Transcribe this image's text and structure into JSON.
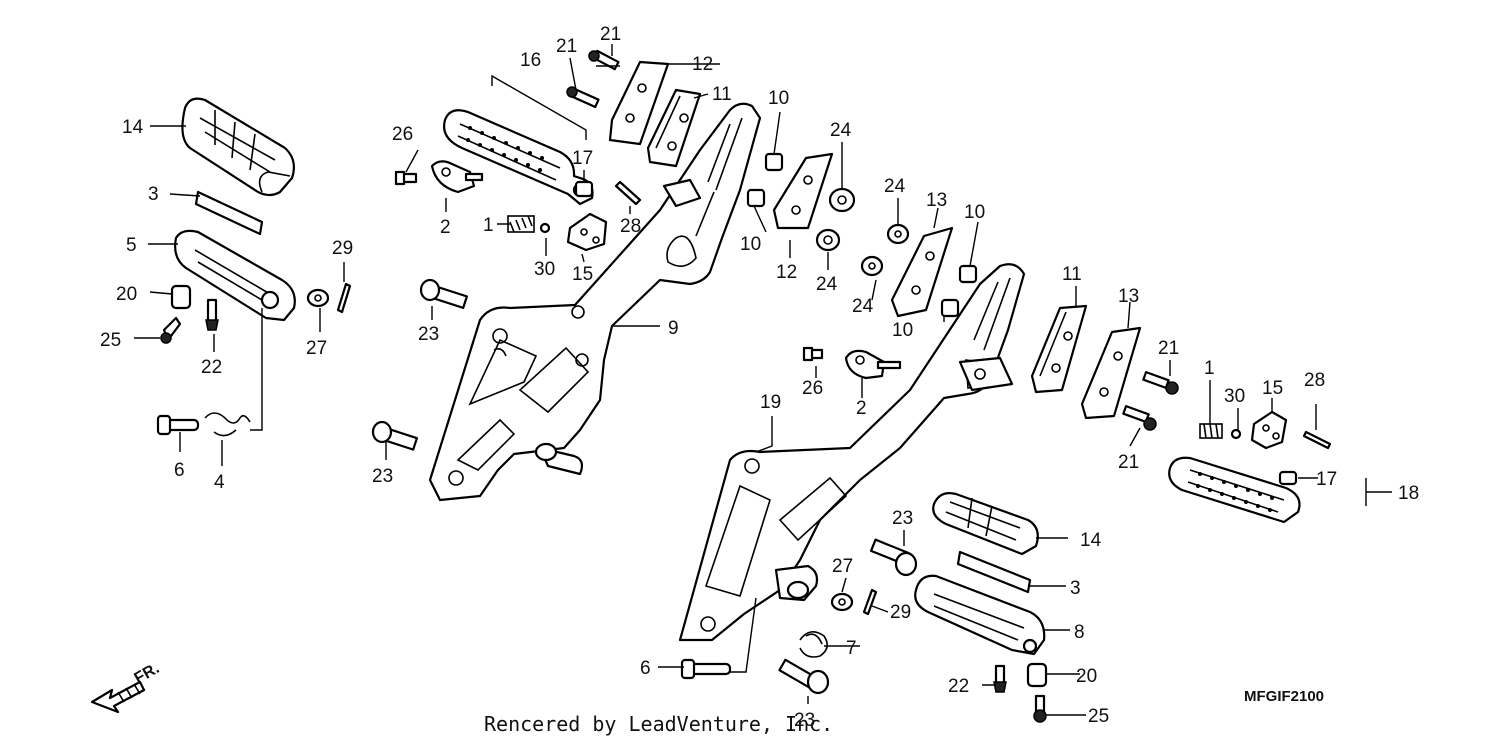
{
  "diagram": {
    "code": "MFGIF2100",
    "credit": "Rencered by LeadVenture, Inc.",
    "direction_label": "FR.",
    "callouts": [
      "1",
      "2",
      "3",
      "4",
      "5",
      "6",
      "7",
      "8",
      "9",
      "10",
      "11",
      "12",
      "13",
      "14",
      "15",
      "16",
      "17",
      "18",
      "19",
      "20",
      "21",
      "22",
      "23",
      "24",
      "25",
      "26",
      "27",
      "28",
      "29",
      "30"
    ]
  }
}
